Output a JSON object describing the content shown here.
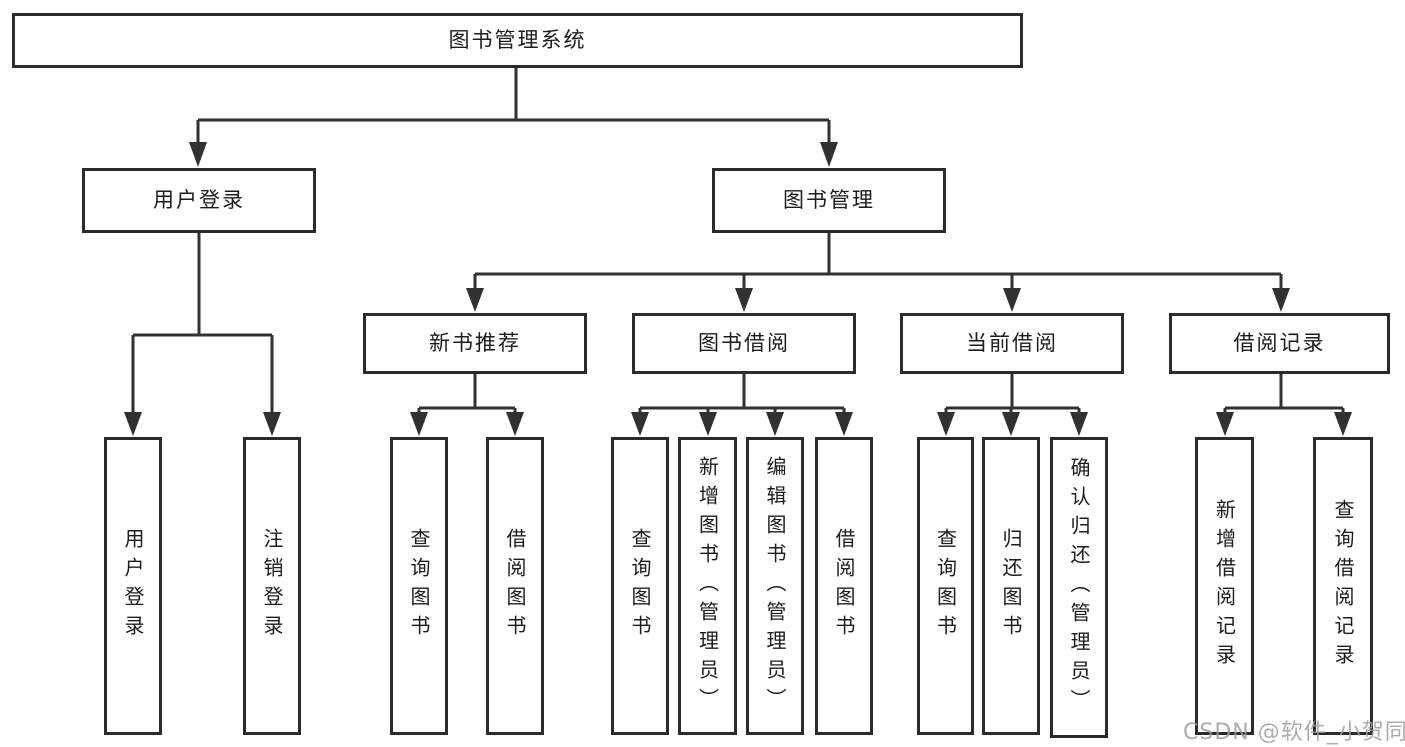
{
  "tree": {
    "root": {
      "label": "图书管理系统"
    },
    "level2": [
      {
        "label": "用户登录",
        "children": [
          {
            "label": "用户登录"
          },
          {
            "label": "注销登录"
          }
        ]
      },
      {
        "label": "图书管理",
        "children": [
          {
            "label": "新书推荐",
            "children": [
              {
                "label": "查询图书"
              },
              {
                "label": "借阅图书"
              }
            ]
          },
          {
            "label": "图书借阅",
            "children": [
              {
                "label": "查询图书"
              },
              {
                "label": "新增图书（管理员）"
              },
              {
                "label": "编辑图书（管理员）"
              },
              {
                "label": "借阅图书"
              }
            ]
          },
          {
            "label": "当前借阅",
            "children": [
              {
                "label": "查询图书"
              },
              {
                "label": "归还图书"
              },
              {
                "label": "确认归还（管理员）"
              }
            ]
          },
          {
            "label": "借阅记录",
            "children": [
              {
                "label": "新增借阅记录"
              },
              {
                "label": "查询借阅记录"
              }
            ]
          }
        ]
      }
    ]
  },
  "watermark": {
    "text": "CSDN @软件_小贺同学"
  },
  "colors": {
    "line": "#313131",
    "box_border": "#2b2b2b",
    "box_fill": "#ffffff",
    "text": "#1c1c1c",
    "watermark": "#9e9e9e",
    "background": "#ffffff"
  }
}
